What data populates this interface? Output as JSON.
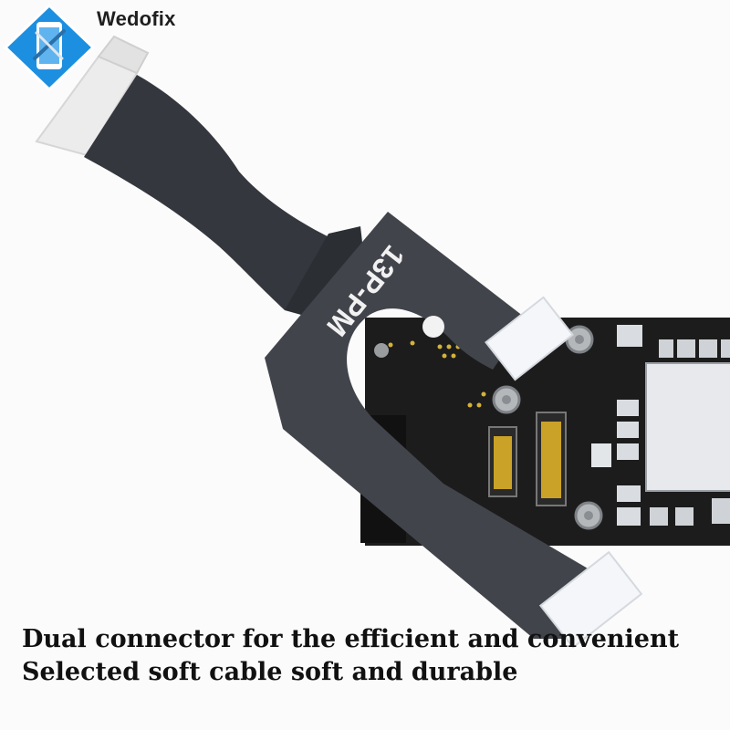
{
  "brand": {
    "name": "Wedofix"
  },
  "product": {
    "label": "13P-PM"
  },
  "captions": [
    "Dual connector for the efficient and convenient",
    "Selected soft cable soft and durable"
  ],
  "colors": {
    "background": "#fbfbfb",
    "cable": "#34373d",
    "board": "#1c1c1c",
    "logo_blue": "#1d8fe0",
    "caption_text": "#111111"
  },
  "icons": [
    "phone-repair-logo-icon"
  ]
}
